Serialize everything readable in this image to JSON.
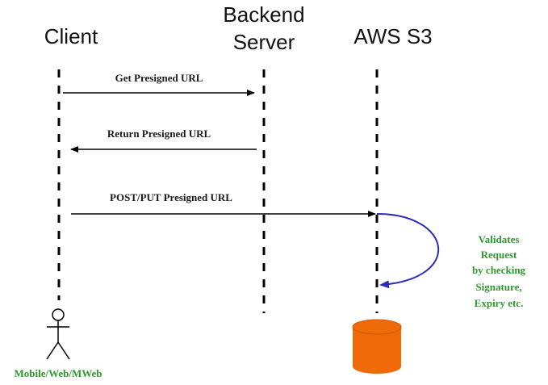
{
  "lanes": {
    "client": "Client",
    "backend_line1": "Backend",
    "backend_line2": "Server",
    "s3": "AWS S3"
  },
  "messages": [
    "Get Presigned URL",
    "Return Presigned URL",
    "POST/PUT Presigned URL"
  ],
  "self_call_note": [
    "Validates",
    "Request",
    "by checking",
    "Signature,",
    "Expiry etc."
  ],
  "actor": {
    "label": "Mobile/Web/MWeb"
  },
  "colors": {
    "line": "#000000",
    "self_call": "#2b2bb8",
    "note_text": "#2e9a2e",
    "bucket": "#f06a0a"
  },
  "icons": [
    "person-icon",
    "storage-bucket-icon"
  ]
}
